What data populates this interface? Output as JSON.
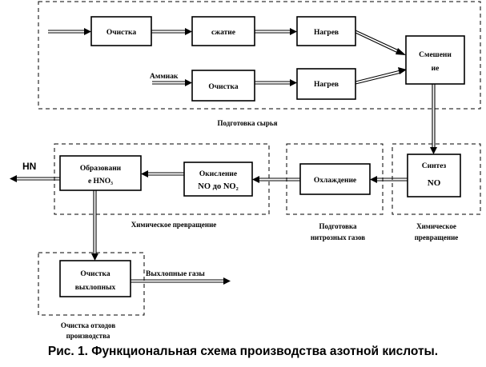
{
  "blocks": {
    "ochistka1": "Очистка",
    "szhatie": "сжатие",
    "nagrev1": "Нагрев",
    "smeshenie": [
      "Смешени",
      "ие"
    ],
    "ochistka2": "Очистка",
    "nagrev2": "Нагрев",
    "sintez": [
      "Синтез",
      "NO"
    ],
    "okhlazhdenie": "Охлаждение",
    "okislenie": [
      "Окисление",
      "NO до NO₂"
    ],
    "obrazovanie": [
      "Образовани",
      "е HNO₃"
    ],
    "ochistka_vykhlop": [
      "Очистка",
      "выхлопных"
    ]
  },
  "inputs": {
    "ammiak": "Аммиак",
    "hn": "HN"
  },
  "outputs": {
    "vykhlopnye": "Выхлопные газы"
  },
  "groups": {
    "podgotovka_syrya": "Подготовка сырья",
    "khim_prevr_1": "Химическое превращение",
    "podgotovka_nitroz": [
      "Подготовка",
      "нитрозных газов"
    ],
    "khim_prevr_2": [
      "Химическое",
      "превращение"
    ],
    "ochistka_otkhodov": [
      "Очистка отходов",
      "производства"
    ]
  },
  "caption": "Рис. 1. Функциональная схема производства азотной кислоты."
}
